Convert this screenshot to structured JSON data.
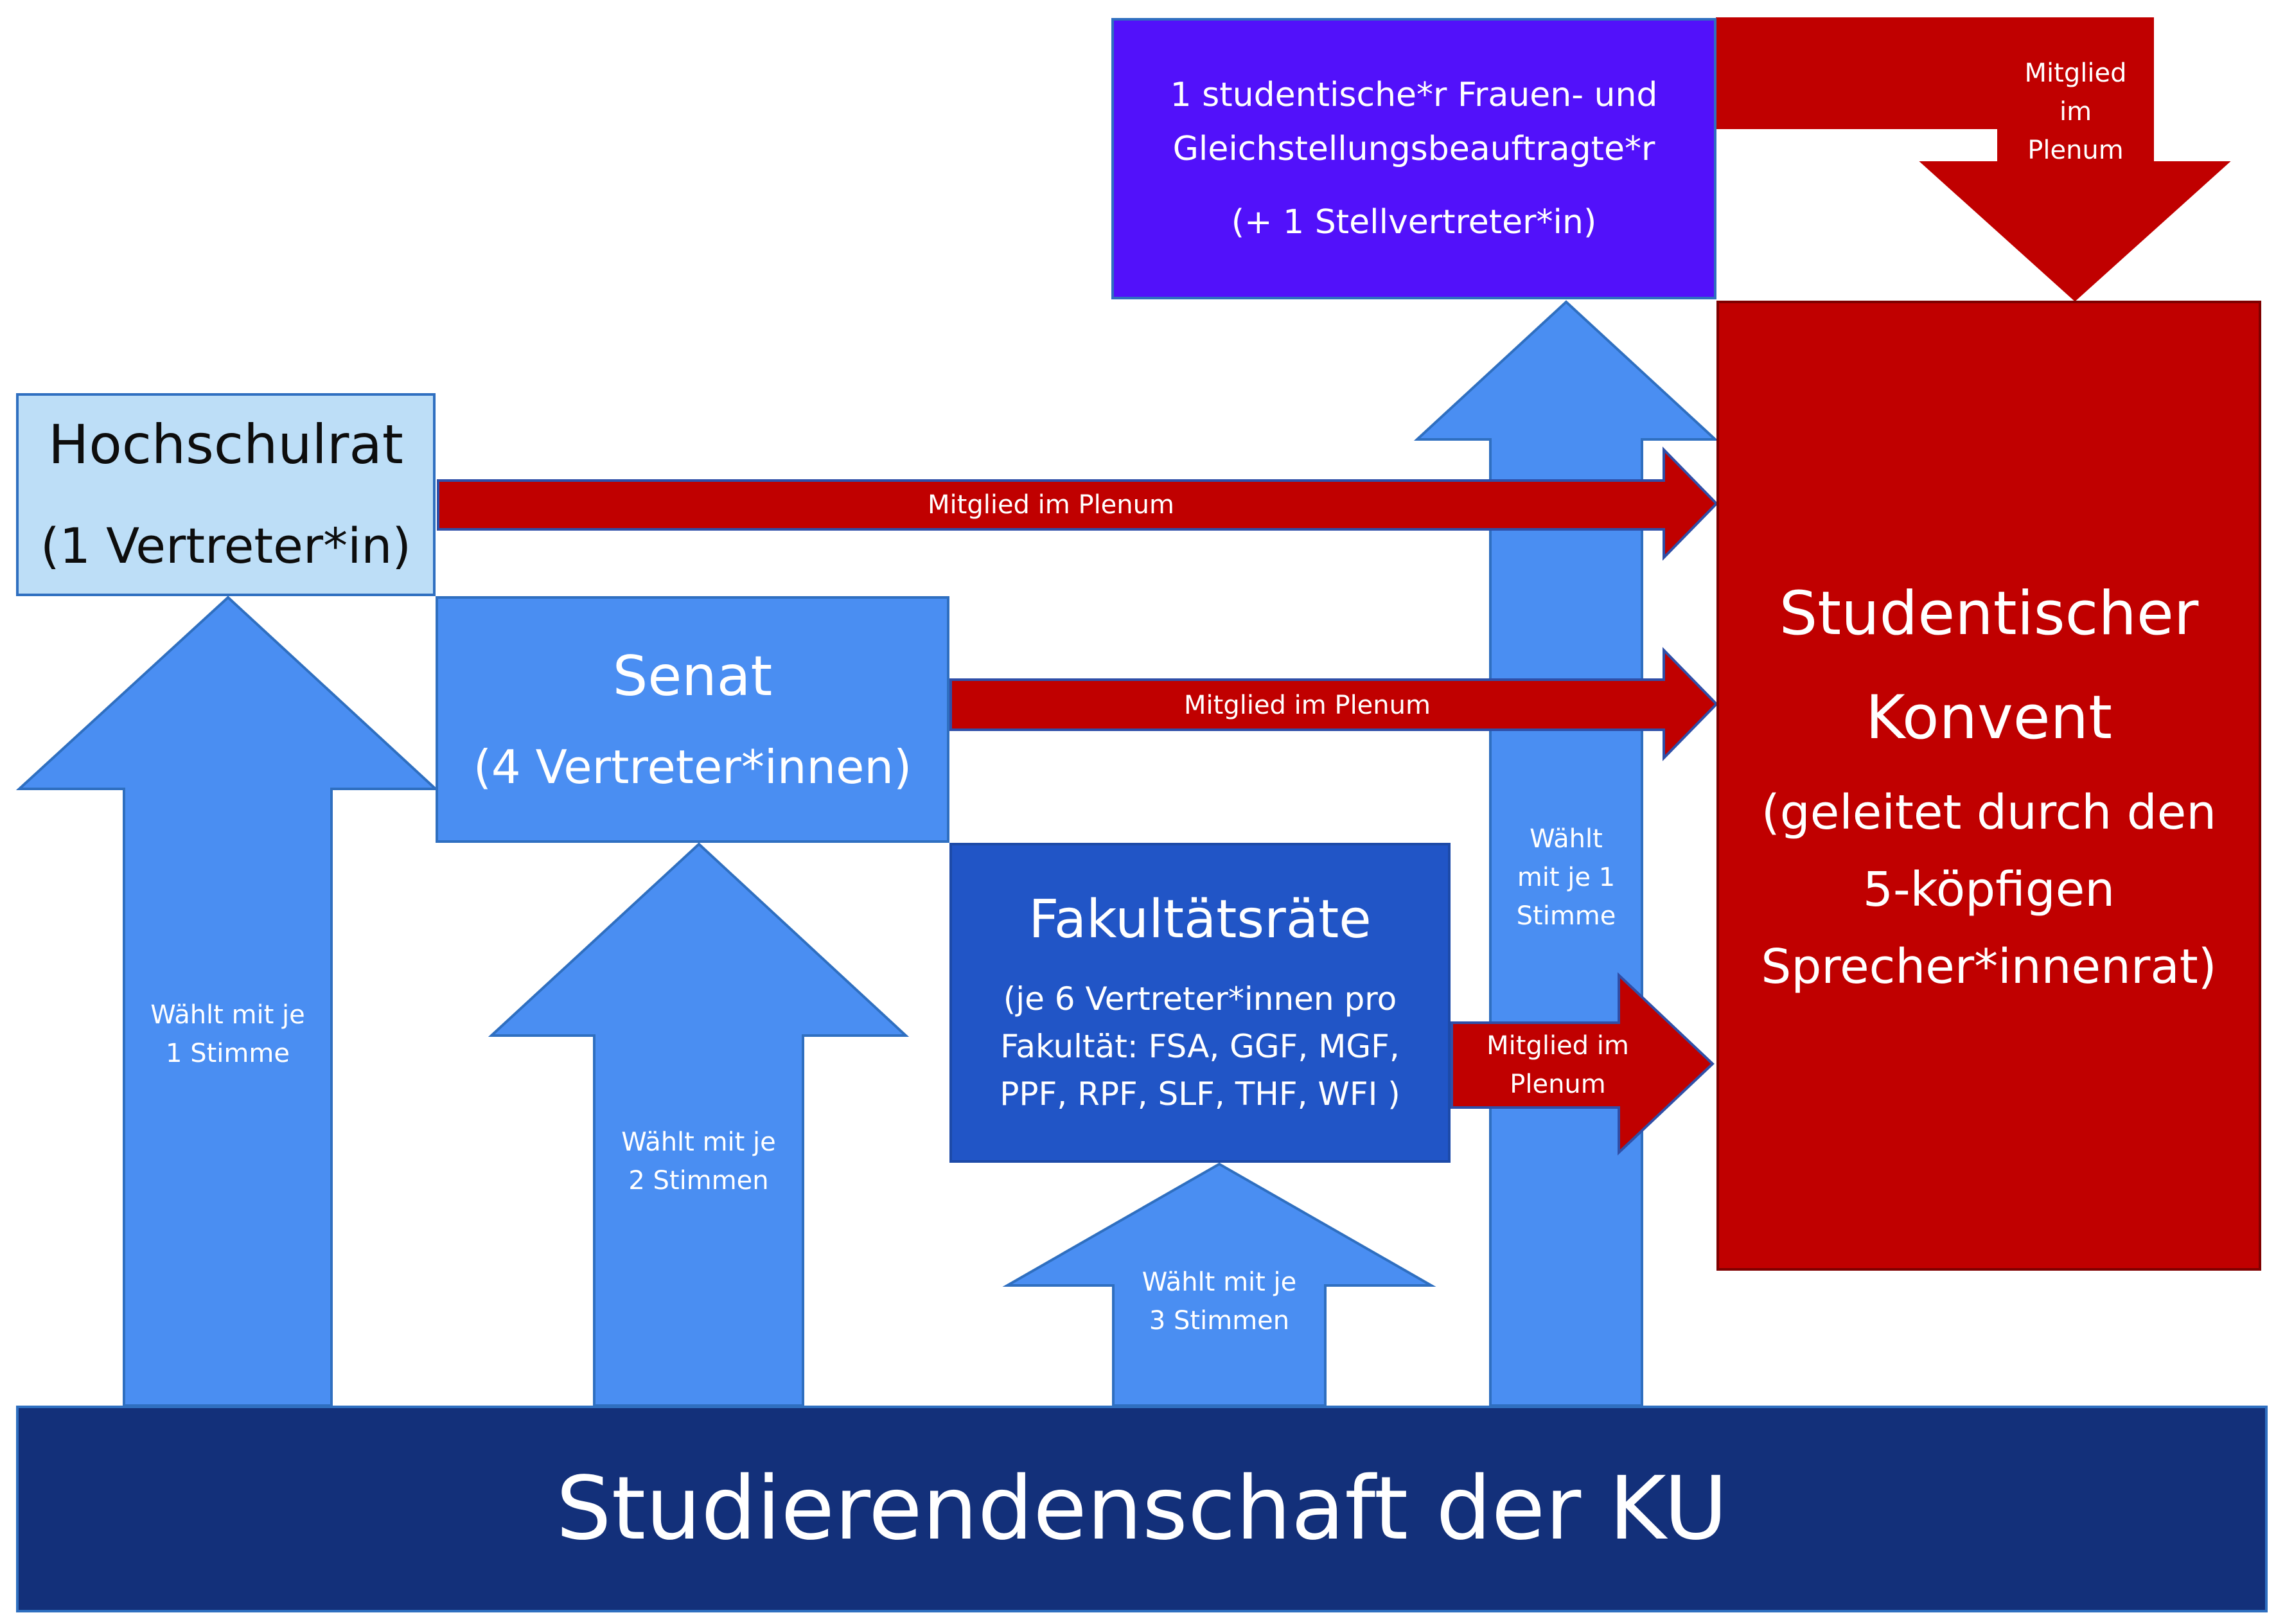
{
  "colors": {
    "arrow_blue": "#4a8ef2",
    "arrow_blue_border": "#2f6fc0",
    "arrow_red": "#c00000",
    "arrow_red_border": "#2f4fa8",
    "konvent": "#c00000",
    "gleichstellung": "#5211fa",
    "studierende": "#13307a",
    "hochschulrat": "#bddef7",
    "senat": "#4a8ef2",
    "fakultaet": "#2155c6"
  },
  "boxes": {
    "hochschulrat": {
      "title": "Hochschulrat",
      "subtitle": "(1 Vertreter*in)"
    },
    "senat": {
      "title": "Senat",
      "subtitle": "(4 Vertreter*innen)"
    },
    "fakultaet": {
      "title": "Fakultätsräte",
      "detail": [
        "(je 6 Vertreter*innen pro",
        "Fakultät: FSA, GGF, MGF,",
        "PPF, RPF, SLF, THF, WFI )"
      ]
    },
    "gleichstellung": {
      "lines": [
        "1 studentische*r Frauen- und",
        "Gleichstellungsbeauftragte*r"
      ],
      "deputy": "(+ 1 Stellvertreter*in)"
    },
    "konvent": {
      "title": [
        "Studentischer",
        "Konvent"
      ],
      "detail": [
        "(geleitet durch den",
        "5-köpfigen",
        "Sprecher*innenrat)"
      ]
    },
    "studierende": {
      "title": "Studierendenschaft der KU"
    }
  },
  "arrows": {
    "vote_hochschulrat": [
      "Wählt mit je",
      "1 Stimme"
    ],
    "vote_senat": [
      "Wählt mit je",
      "2 Stimmen"
    ],
    "vote_fakultaet": [
      "Wählt mit je",
      "3 Stimmen"
    ],
    "vote_gleichstellung": [
      "Wählt",
      "mit je 1",
      "Stimme"
    ],
    "member_hochschulrat": "Mitglied im Plenum",
    "member_senat": "Mitglied im Plenum",
    "member_fakultaet": [
      "Mitglied im",
      "Plenum"
    ],
    "member_gleichstellung": [
      "Mitglied",
      "im",
      "Plenum"
    ]
  }
}
